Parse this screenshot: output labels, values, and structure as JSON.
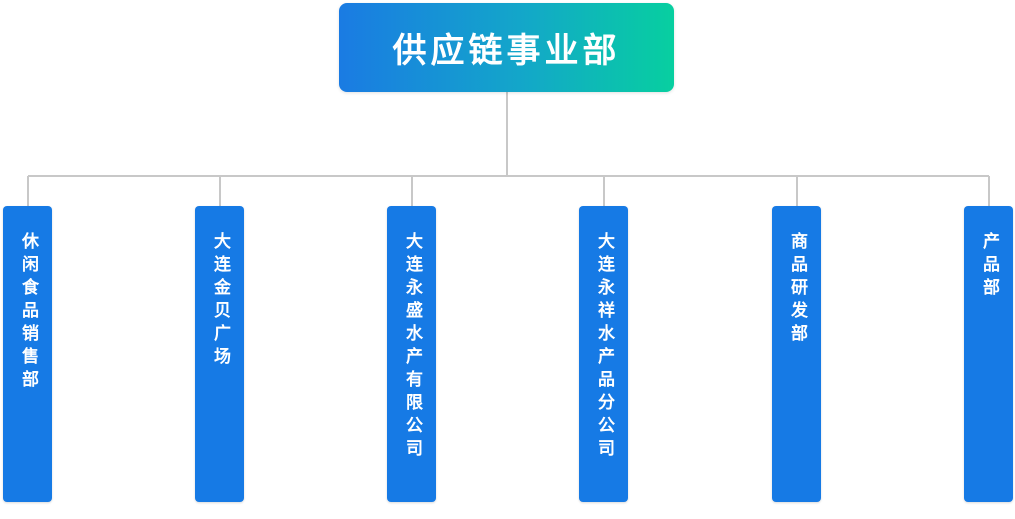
{
  "root": {
    "label": "供应链事业部"
  },
  "children": [
    {
      "label": "休闲食品销售部"
    },
    {
      "label": "大连金贝广场"
    },
    {
      "label": "大连永盛水产有限公司"
    },
    {
      "label": "大连永祥水产品分公司"
    },
    {
      "label": "商品研发部"
    },
    {
      "label": "产品部"
    }
  ],
  "colors": {
    "box": "#167ae5",
    "gradient_start": "#1a7be3",
    "gradient_end": "#07cfa0",
    "line": "#c8c8c8"
  }
}
